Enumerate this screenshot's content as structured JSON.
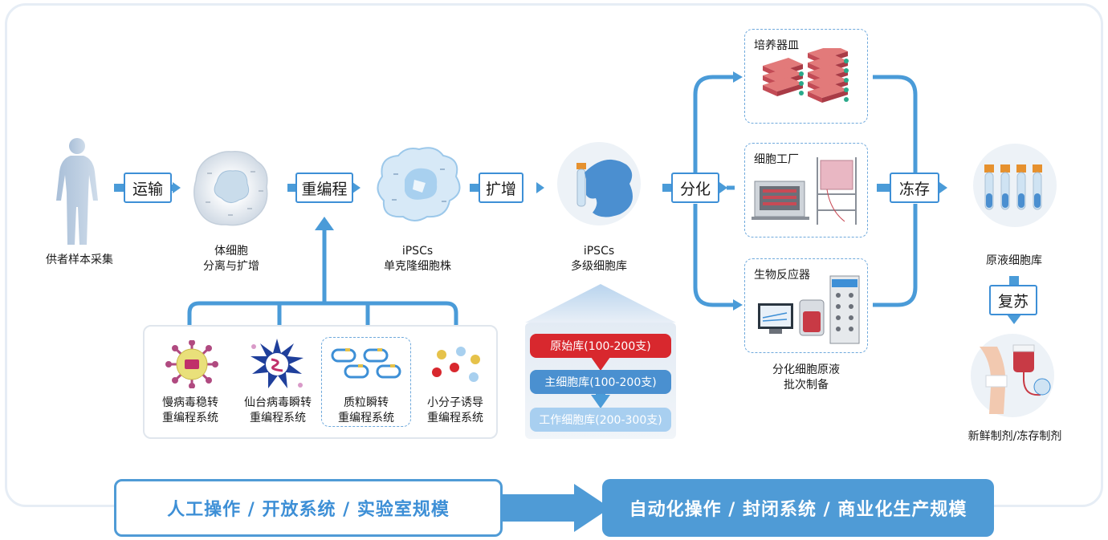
{
  "steps": {
    "transport": "运输",
    "reprogram": "重编程",
    "expand": "扩增",
    "differentiate": "分化",
    "cryo": "冻存",
    "revive": "复苏"
  },
  "nodes": {
    "donor": "供者样本采集",
    "somatic_line1": "体细胞",
    "somatic_line2": "分离与扩增",
    "ipsc_clone_line1": "iPSCs",
    "ipsc_clone_line2": "单克隆细胞株",
    "ipsc_bank_line1": "iPSCs",
    "ipsc_bank_line2": "多级细胞库",
    "stock_bank": "原液细胞库",
    "product": "新鲜制剂/冻存制剂"
  },
  "methods": [
    {
      "line1": "慢病毒稳转",
      "line2": "重编程系统"
    },
    {
      "line1": "仙台病毒瞬转",
      "line2": "重编程系统"
    },
    {
      "line1": "质粒瞬转",
      "line2": "重编程系统"
    },
    {
      "line1": "小分子诱导",
      "line2": "重编程系统"
    }
  ],
  "banks": {
    "primary": "原始库(100-200支)",
    "master": "主细胞库(100-200支)",
    "working": "工作细胞库(200-300支)"
  },
  "platforms": {
    "dish": "培养器皿",
    "factory": "细胞工厂",
    "bioreactor": "生物反应器",
    "result_line1": "分化细胞原液",
    "result_line2": "批次制备"
  },
  "banners": {
    "left": "人工操作 / 开放系统 / 实验室规模",
    "right": "自动化操作 / 封闭系统 / 商业化生产规模"
  },
  "colors": {
    "accent": "#3d8fd6",
    "arrow": "#4a9bd8",
    "red": "#d8282e",
    "banner_dark": "#4f9bd6"
  }
}
